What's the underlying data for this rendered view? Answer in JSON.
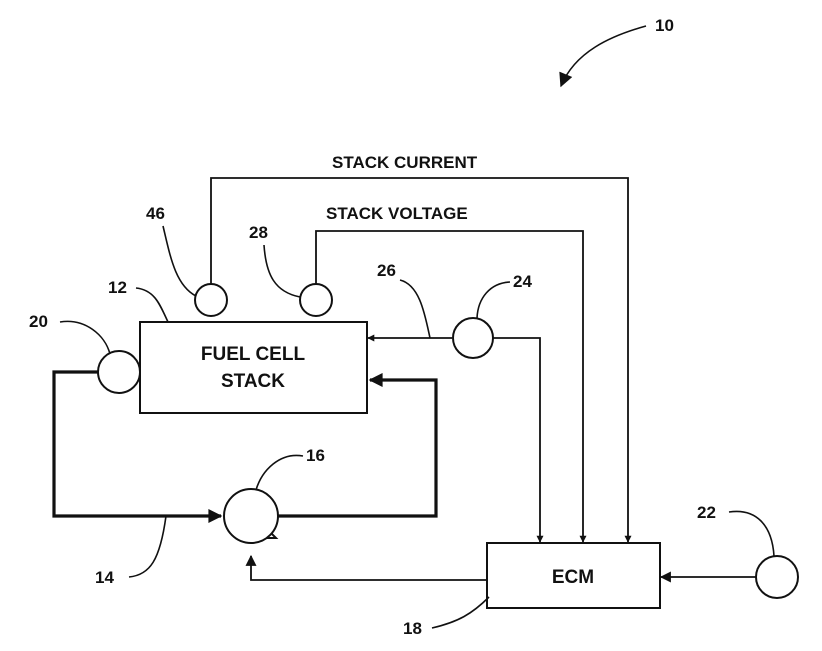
{
  "figure_ref": "10",
  "components": {
    "fuel_cell_stack": {
      "ref": "12",
      "label_line1": "FUEL CELL",
      "label_line2": "STACK"
    },
    "coolant_loop": {
      "ref": "14"
    },
    "pump": {
      "ref": "16"
    },
    "ecm": {
      "ref": "18",
      "label": "ECM"
    },
    "sensor_20": {
      "ref": "20"
    },
    "sensor_22": {
      "ref": "22"
    },
    "sensor_24": {
      "ref": "24"
    },
    "line_26": {
      "ref": "26"
    },
    "sensor_28": {
      "ref": "28"
    },
    "sensor_46": {
      "ref": "46"
    }
  },
  "signals": {
    "stack_current": "STACK CURRENT",
    "stack_voltage": "STACK VOLTAGE"
  }
}
